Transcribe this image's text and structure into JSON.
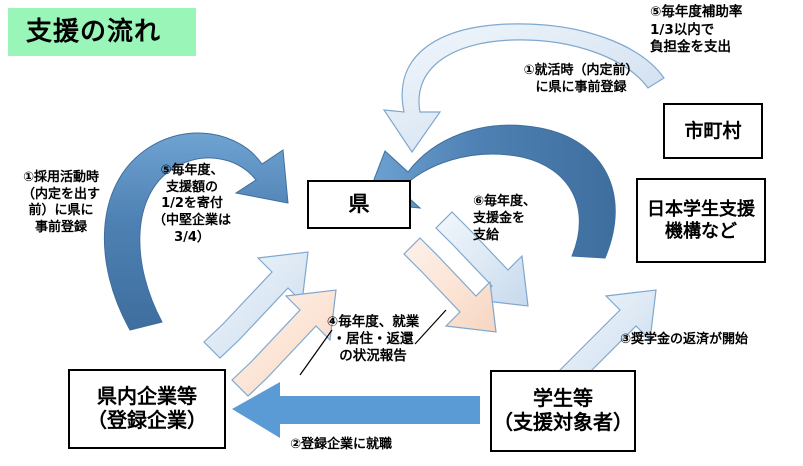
{
  "title": {
    "text": "支援の流れ",
    "banner_color": "#99f5b8"
  },
  "nodes": {
    "prefecture": "県",
    "municipality": "市町村",
    "jasso": "日本学生支援\n機構など",
    "company": "県内企業等\n（登録企業）",
    "student": "学生等\n（支援対象者）"
  },
  "captions": {
    "step1_left": "①採用活動時\n（内定を出す\n前）に県に\n事前登録",
    "step5_left": "⑤毎年度、\n支援額の\n1/2を寄付\n（中堅企業は\n3/4）",
    "step1_top": "①就活時（内定前）\nに県に事前登録",
    "step5_right": "⑤毎年度補助率\n1/3以内で\n負担金を支出",
    "step6": "⑥毎年度、\n支援金を\n支給",
    "step4": "④毎年度、就業\n・居住・返還\nの状況報告",
    "step3": "③奨学金の返済が開始",
    "step2": "②登録企業に就職"
  },
  "colors": {
    "arrow_dark_blue": "#4E81B3",
    "arrow_medium_blue": "#5B9BD5",
    "arrow_light_blue_fill": "#DCE8F4",
    "arrow_peach_fill": "#FCE4D5",
    "arrow_outline": "#4E81B3",
    "box_border": "#000000",
    "text": "#000000"
  },
  "arrows": [
    {
      "name": "company-to-prefecture-curve",
      "style": "dark-blue-curved",
      "label_ref": "step5_left"
    },
    {
      "name": "student-to-prefecture-curve",
      "style": "dark-blue-curved",
      "label_ref": "step6"
    },
    {
      "name": "student-register-curve",
      "style": "light-blue-curved",
      "label_ref": "step1_top"
    },
    {
      "name": "municipality-to-prefecture-curve",
      "style": "dark-blue-curved",
      "label_ref": "step5_right"
    },
    {
      "name": "company-report-up",
      "style": "light-blue-straight",
      "label_ref": "step5_left"
    },
    {
      "name": "company-status-report-up",
      "style": "peach-straight",
      "label_ref": "step4"
    },
    {
      "name": "prefecture-to-student-down",
      "style": "light-blue-straight",
      "label_ref": "step6"
    },
    {
      "name": "student-report-down",
      "style": "peach-straight",
      "label_ref": "step4"
    },
    {
      "name": "student-to-jasso-up",
      "style": "light-blue-straight",
      "label_ref": "step3"
    },
    {
      "name": "student-to-company-left",
      "style": "medium-blue-straight",
      "label_ref": "step2"
    }
  ]
}
